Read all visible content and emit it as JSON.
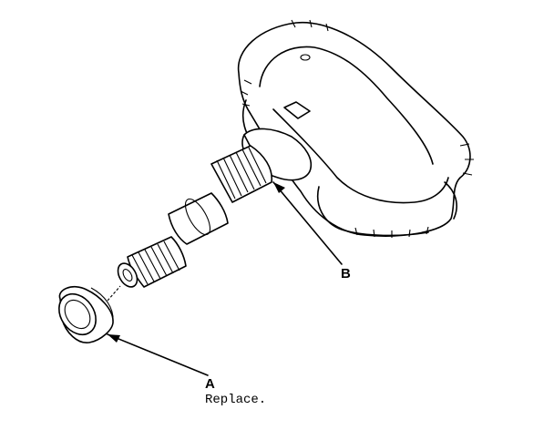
{
  "callouts": {
    "a": {
      "letter": "A",
      "note": "Replace."
    },
    "b": {
      "letter": "B"
    }
  },
  "colors": {
    "line": "#000000",
    "background": "#ffffff"
  }
}
